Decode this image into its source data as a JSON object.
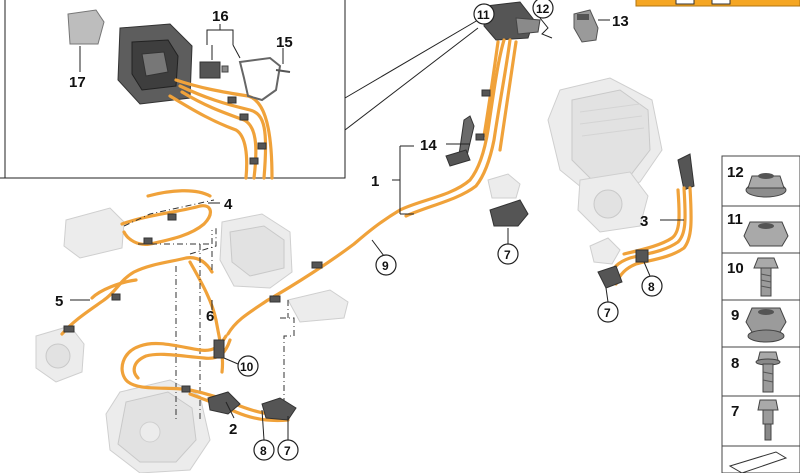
{
  "diagram": {
    "callouts": {
      "c1": "1",
      "c2": "2",
      "c3": "3",
      "c4": "4",
      "c5": "5",
      "c6": "6",
      "c7a": "7",
      "c7b": "7",
      "c7c": "7",
      "c8a": "8",
      "c8b": "8",
      "c9": "9",
      "c10": "10",
      "c11": "11",
      "c12": "12",
      "c13": "13",
      "c14": "14",
      "c15": "15",
      "c16": "16",
      "c17": "17"
    },
    "side_panel": {
      "items": [
        {
          "label": "12",
          "part": "flange-nut"
        },
        {
          "label": "11",
          "part": "hex-nut"
        },
        {
          "label": "10",
          "part": "hex-bolt"
        },
        {
          "label": "9",
          "part": "collar-nut"
        },
        {
          "label": "8",
          "part": "bolt-with-washer"
        },
        {
          "label": "7",
          "part": "pin-bolt"
        }
      ]
    },
    "colors": {
      "cable": "#f0a23a",
      "text": "#111111",
      "badge": "#f5a623"
    }
  }
}
